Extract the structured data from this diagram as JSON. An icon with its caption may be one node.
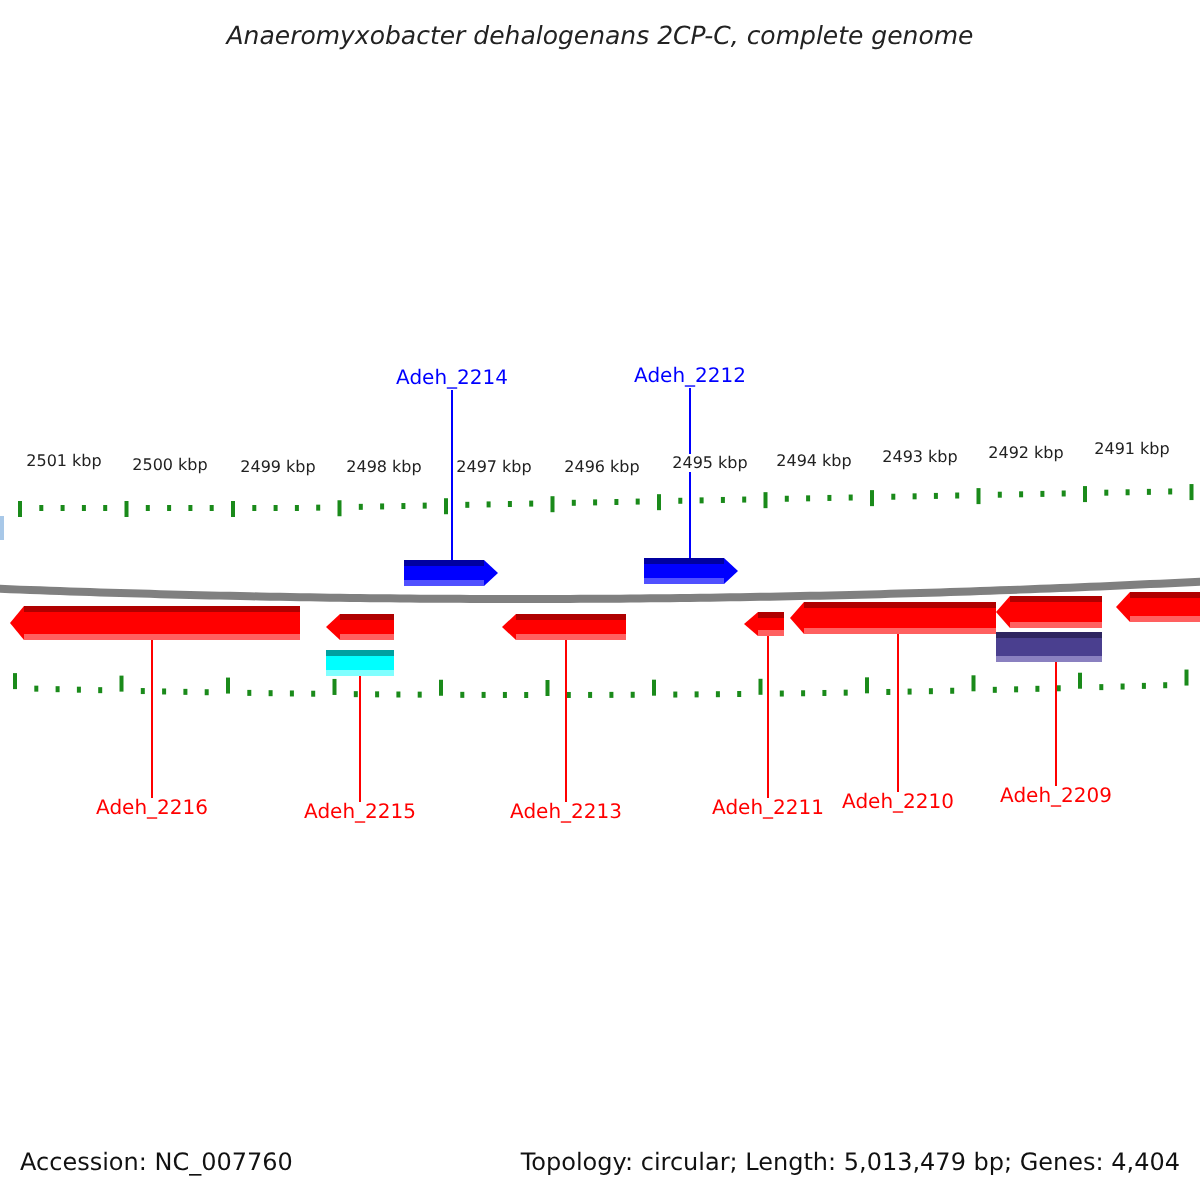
{
  "diagram": {
    "title": "Anaeromyxobacter dehalogenans 2CP-C, complete genome",
    "nodes": [
      {
        "text": [
          "Adeh_2214"
        ]
      },
      {
        "text": [
          "Adeh_2212"
        ]
      },
      {
        "text": [
          "Adeh_2216"
        ]
      },
      {
        "text": [
          "Adeh_2215"
        ]
      },
      {
        "text": [
          "Adeh_2213"
        ]
      },
      {
        "text": [
          "Adeh_2211"
        ]
      },
      {
        "text": [
          "Adeh_2210"
        ]
      },
      {
        "text": [
          "Adeh_2209"
        ]
      },
      {
        "text": [],
        "shape": "pentagon"
      },
      {
        "text": [],
        "shape": "pentagon"
      },
      {
        "text": [],
        "shape": "bar"
      },
      {
        "text": [],
        "shape": "pentagon"
      },
      {
        "text": [],
        "shape": "pentagon"
      },
      {
        "text": [],
        "shape": "pentagon"
      },
      {
        "text": [],
        "shape": "pentagon"
      },
      {
        "text": [],
        "shape": "pentagon"
      },
      {
        "text": [],
        "shape": "pentagon"
      },
      {
        "text": [],
        "shape": "bar"
      },
      {
        "text": [],
        "shape": "pentagon"
      }
    ],
    "edges": [
      {
        "from": 0,
        "to": 11,
        "arrow": "none",
        "color": "#0000ff"
      },
      {
        "from": 1,
        "to": 13,
        "arrow": "none",
        "color": "#0000ff"
      },
      {
        "from": 2,
        "to": 8,
        "arrow": "none"
      },
      {
        "from": 3,
        "to": 10,
        "arrow": "none"
      },
      {
        "from": 4,
        "to": 12,
        "arrow": "none"
      },
      {
        "from": 5,
        "to": 14,
        "arrow": "none"
      },
      {
        "from": 6,
        "to": 15,
        "arrow": "none"
      },
      {
        "from": 7,
        "to": 17,
        "arrow": "none"
      }
    ],
    "labels": [
      "2501 kbp",
      "2500 kbp",
      "2499 kbp",
      "2498 kbp",
      "2497 kbp",
      "2496 kbp",
      "2495 kbp",
      "2494 kbp",
      "2493 kbp",
      "2492 kbp",
      "2491 kbp",
      "Accession: NC_007760",
      "Topology: circular; Length: 5,013,479 bp; Genes: 4,404"
    ]
  }
}
